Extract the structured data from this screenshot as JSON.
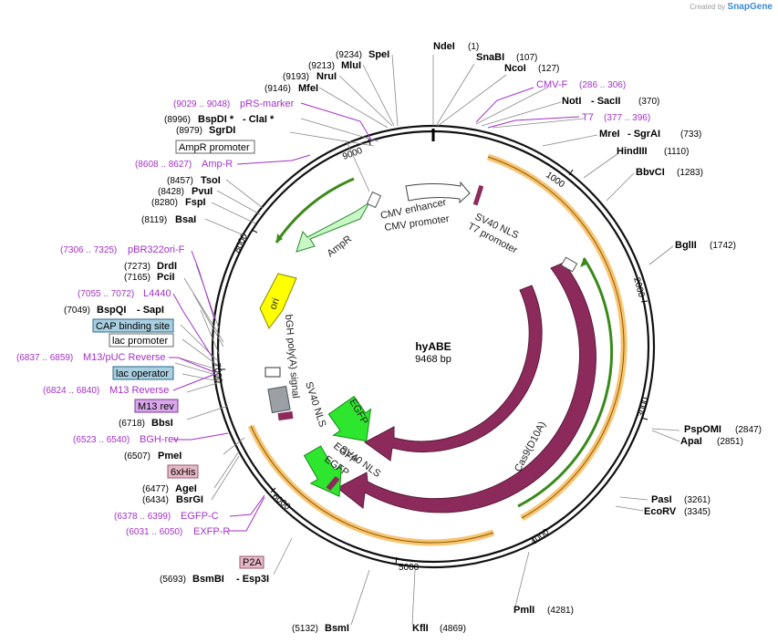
{
  "brand": {
    "created_by": "Created by",
    "name": "SnapGene"
  },
  "plasmid": {
    "name": "hyABE",
    "length": "9468 bp"
  },
  "ticks": [
    "1000",
    "2000",
    "3000",
    "4000",
    "5000",
    "6000",
    "7000",
    "8000",
    "9000"
  ],
  "sites": {
    "NdeI": {
      "name": "NdeI",
      "pos": "(1)"
    },
    "SnaBI": {
      "name": "SnaBI",
      "pos": "(107)"
    },
    "NcoI": {
      "name": "NcoI",
      "pos": "(127)"
    },
    "NotI": {
      "name": "NotI",
      "name2": "- SacII",
      "pos": "(370)"
    },
    "MreI": {
      "name": "MreI",
      "name2": "- SgrAI",
      "pos": "(733)"
    },
    "HindIII": {
      "name": "HindIII",
      "pos": "(1110)"
    },
    "BbvCI": {
      "name": "BbvCI",
      "pos": "(1283)"
    },
    "BglII": {
      "name": "BglII",
      "pos": "(1742)"
    },
    "PspOMI": {
      "name": "PspOMI",
      "pos": "(2847)"
    },
    "ApaI": {
      "name": "ApaI",
      "pos": "(2851)"
    },
    "PasI": {
      "name": "PasI",
      "pos": "(3261)"
    },
    "EcoRV": {
      "name": "EcoRV",
      "pos": "(3345)"
    },
    "PmlI": {
      "name": "PmlI",
      "pos": "(4281)"
    },
    "KflI": {
      "name": "KflI",
      "pos": "(4869)"
    },
    "BsmI": {
      "name": "BsmI",
      "pos": "(5132)"
    },
    "BsmBI": {
      "name": "BsmBI",
      "name2": "- Esp3I",
      "pos": "(5693)"
    },
    "AgeI": {
      "name": "AgeI",
      "pos": "(6477)"
    },
    "BsrGI": {
      "name": "BsrGI",
      "pos": "(6434)"
    },
    "PmeI": {
      "name": "PmeI",
      "pos": "(6507)"
    },
    "BbsI": {
      "name": "BbsI",
      "pos": "(6718)"
    },
    "BspQI": {
      "name": "BspQI",
      "name2": "- SapI",
      "pos": "(7049)"
    },
    "PciI": {
      "name": "PciI",
      "pos": "(7165)"
    },
    "DrdI": {
      "name": "DrdI",
      "pos": "(7273)"
    },
    "BsaI": {
      "name": "BsaI",
      "pos": "(8119)"
    },
    "FspI": {
      "name": "FspI",
      "pos": "(8280)"
    },
    "PvuI": {
      "name": "PvuI",
      "pos": "(8428)"
    },
    "TsoI": {
      "name": "TsoI",
      "pos": "(8457)"
    },
    "SgrDI": {
      "name": "SgrDI",
      "pos": "(8979)"
    },
    "BspDI": {
      "name": "BspDI *",
      "name2": "- ClaI *",
      "pos": "(8996)"
    },
    "MfeI": {
      "name": "MfeI",
      "pos": "(9146)"
    },
    "NruI": {
      "name": "NruI",
      "pos": "(9193)"
    },
    "MluI": {
      "name": "MluI",
      "pos": "(9213)"
    },
    "SpeI": {
      "name": "SpeI",
      "pos": "(9234)"
    }
  },
  "primers": {
    "CMVF": {
      "name": "CMV-F",
      "pos": "(286 .. 306)"
    },
    "T7": {
      "name": "T7",
      "pos": "(377 .. 396)"
    },
    "pRS": {
      "name": "pRS-marker",
      "pos": "(9029 .. 9048)"
    },
    "AmpR": {
      "name": "Amp-R",
      "pos": "(8608 .. 8627)"
    },
    "pBR": {
      "name": "pBR322ori-F",
      "pos": "(7306 .. 7325)"
    },
    "L4440": {
      "name": "L4440",
      "pos": "(7055 .. 7072)"
    },
    "M13pUC": {
      "name": "M13/pUC Reverse",
      "pos": "(6837 .. 6859)"
    },
    "M13Rev": {
      "name": "M13 Reverse",
      "pos": "(6824 .. 6840)"
    },
    "BGH": {
      "name": "BGH-rev",
      "pos": "(6523 .. 6540)"
    },
    "EGFPC": {
      "name": "EGFP-C",
      "pos": "(6378 .. 6399)"
    },
    "EXFPR": {
      "name": "EXFP-R",
      "pos": "(6031 .. 6050)"
    }
  },
  "boxes": {
    "AmpRprom": "AmpR promoter",
    "CAP": "CAP binding site",
    "lacprom": "lac promoter",
    "lacop": "lac operator",
    "M13rev": "M13 rev",
    "his": "6xHis",
    "p2a": "P2A"
  },
  "features": {
    "cmv_enhancer": "CMV enhancer",
    "cmv_promoter": "CMV promoter",
    "sv40_nls_top": "SV40 NLS",
    "t7_promoter": "T7 promoter",
    "ampr": "AmpR",
    "ori": "ori",
    "bgh": "bGH poly(A) signal",
    "sv40_nls_a": "SV40 NLS",
    "egfp_a": "EGFP",
    "egfp_b": "EGFP",
    "sv40_nls_b": "SV40 NLS",
    "egfp_c": "EGFP",
    "cas9": "Cas9",
    "cas9d10a": "Cas9(D10A)"
  },
  "colors": {
    "backbone": "#111111",
    "cas9": "#8c2a5c",
    "egfp": "#2ee62e",
    "ampr": "#c8f7c8",
    "ori": "#ffff00",
    "orange": "#f5b041",
    "green_line": "#3a8a1a",
    "primer": "#a230c8",
    "cap_box": "#a9cfe0",
    "his_box": "#e7b9c7",
    "m13_box": "#d9a6ea",
    "grey": "#9aa0a6"
  }
}
